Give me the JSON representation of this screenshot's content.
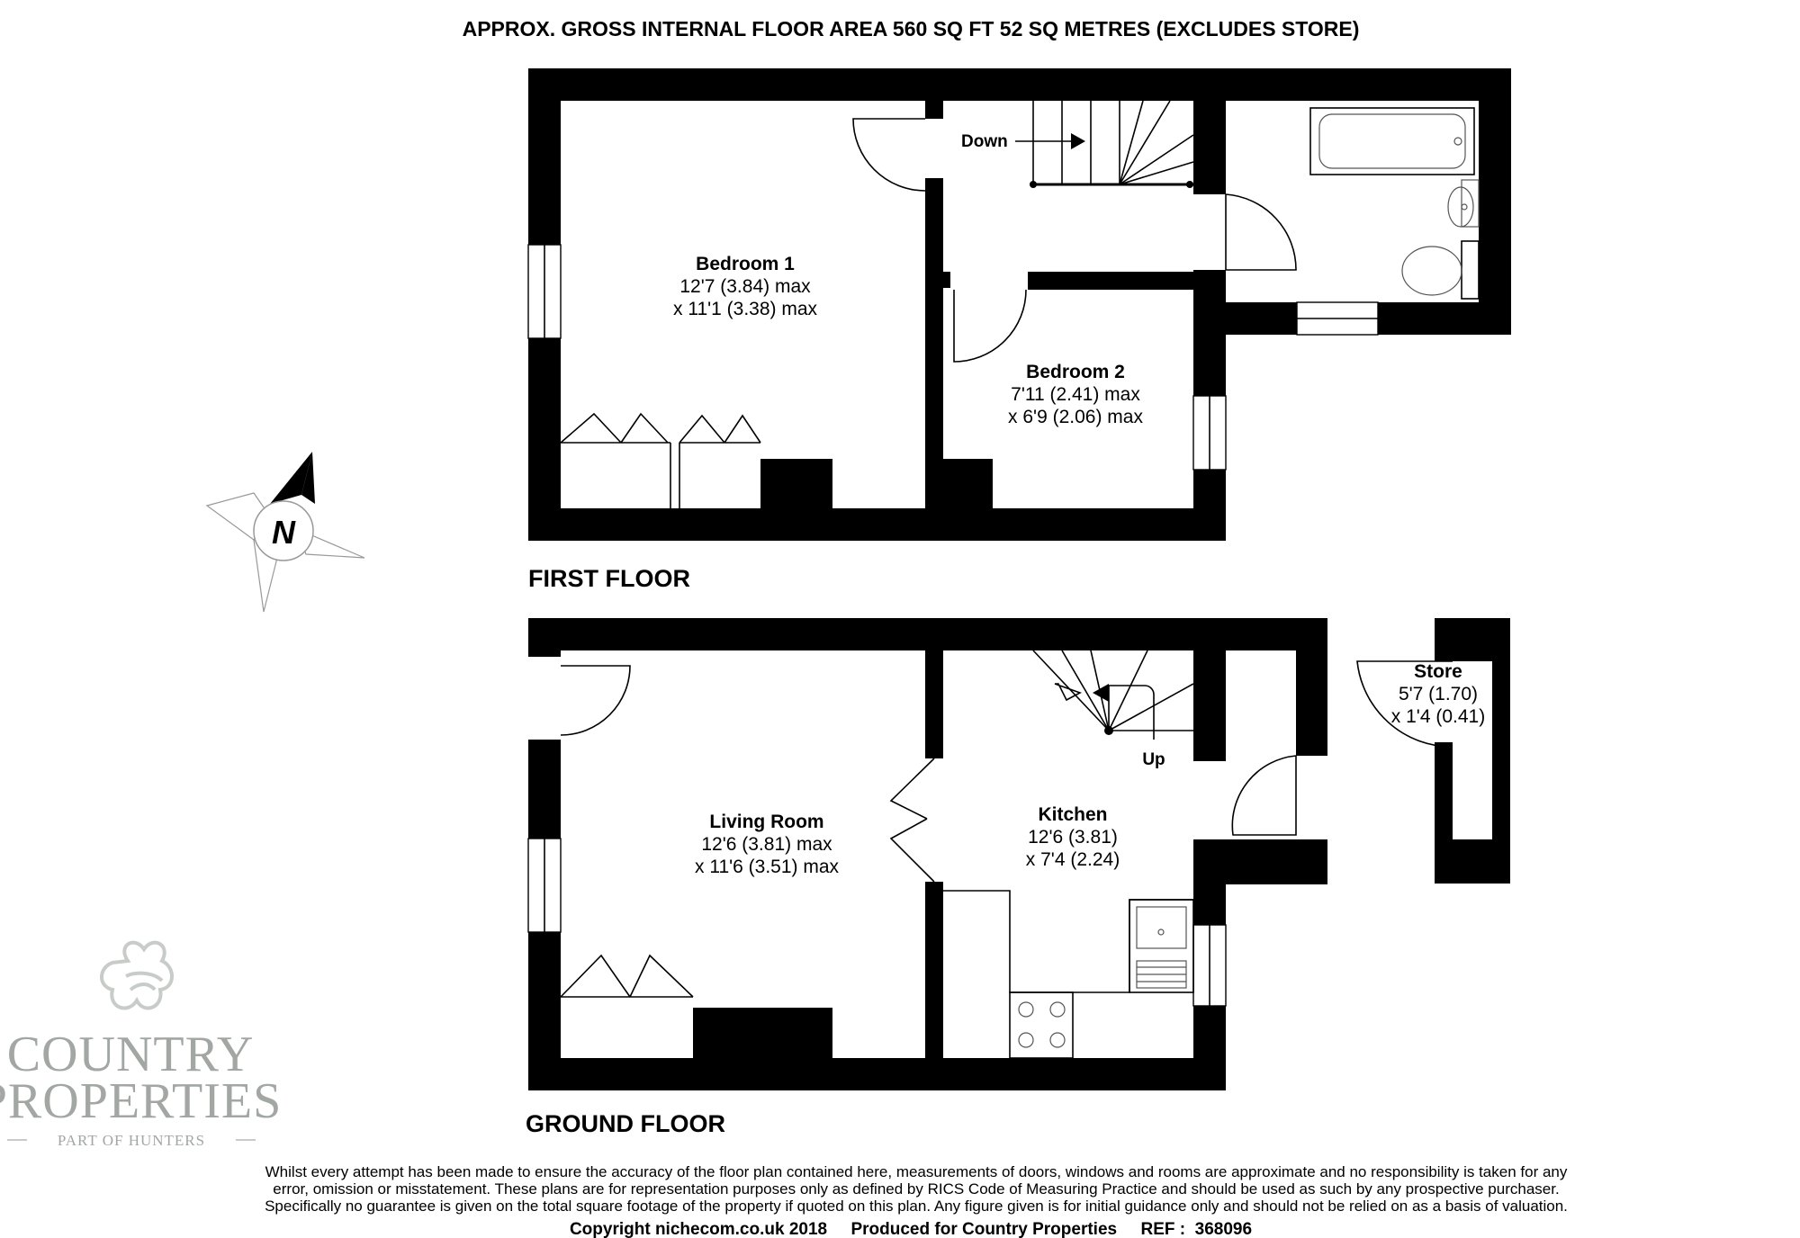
{
  "header": {
    "area_text": "APPROX. GROSS INTERNAL FLOOR AREA 560 SQ FT 52 SQ METRES (EXCLUDES STORE)"
  },
  "compass": {
    "label": "N"
  },
  "first_floor": {
    "label": "FIRST FLOOR",
    "stairs_label": "Down",
    "rooms": [
      {
        "name": "Bedroom 1",
        "dim1": "12'7 (3.84) max",
        "dim2": "x 11'1 (3.38) max"
      },
      {
        "name": "Bedroom 2",
        "dim1": "7'11 (2.41) max",
        "dim2": "x 6'9 (2.06) max"
      }
    ]
  },
  "ground_floor": {
    "label": "GROUND FLOOR",
    "stairs_label": "Up",
    "rooms": [
      {
        "name": "Living Room",
        "dim1": "12'6 (3.81) max",
        "dim2": "x 11'6 (3.51) max"
      },
      {
        "name": "Kitchen",
        "dim1": "12'6 (3.81)",
        "dim2": "x 7'4 (2.24)"
      },
      {
        "name": "Store",
        "dim1": "5'7 (1.70)",
        "dim2": "x 1'4 (0.41)"
      }
    ]
  },
  "logo": {
    "line1": "COUNTRY",
    "line2": "PROPERTIES",
    "line3": "PART OF HUNTERS"
  },
  "disclaimer": {
    "line1": "Whilst every attempt has been made to ensure the accuracy of the floor plan contained here, measurements of doors, windows and rooms are approximate and no responsibility is taken for any",
    "line2": "error, omission or misstatement. These plans are for representation purposes only as defined by RICS Code of Measuring Practice and should be used as such by any prospective purchaser.",
    "line3": "Specifically no guarantee is given on the total square footage of the property if quoted on this plan. Any figure given is for initial guidance only and should not be relied on as a basis of valuation."
  },
  "footer": {
    "copyright": "Copyright nichecom.co.uk 2018     Produced for Country Properties     REF :  368096"
  }
}
